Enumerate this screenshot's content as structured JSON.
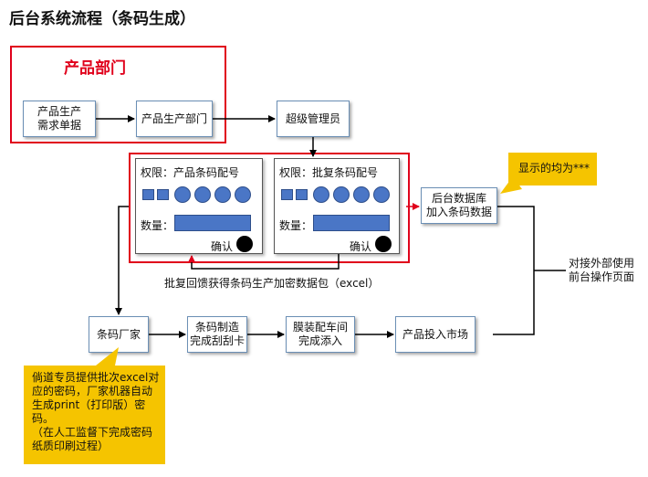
{
  "title": "后台系统流程（条码生成）",
  "dept_label": "产品部门",
  "nodes": {
    "demand": [
      "产品生产",
      "需求单据"
    ],
    "prod_dept": "产品生产部门",
    "super_admin": "超级管理员",
    "backend_db": [
      "后台数据库",
      "加入条码数据"
    ],
    "barcode_factory": "条码厂家",
    "barcode_make": [
      "条码制造",
      "完成刮刮卡"
    ],
    "film_pack": [
      "膜装配车间",
      "完成添入"
    ],
    "market": "产品投入市场"
  },
  "panels": {
    "left": {
      "perm": "权限：产品条码配号",
      "qty": "数量：",
      "confirm": "确认"
    },
    "right": {
      "perm": "权限：批复条码配号",
      "qty": "数量：",
      "confirm": "确认"
    }
  },
  "feedback": "批复回馈获得条码生产加密数据包（excel）",
  "external": [
    "对接外部使用",
    "前台操作页面"
  ],
  "callouts": {
    "display": "显示的均为***",
    "factory": [
      "倘道专员提供批次excel对",
      "应的密码，厂家机器自动",
      "生成print（打印版）密码。",
      "（在人工监督下完成密码",
      "纸质印刷过程）"
    ]
  }
}
